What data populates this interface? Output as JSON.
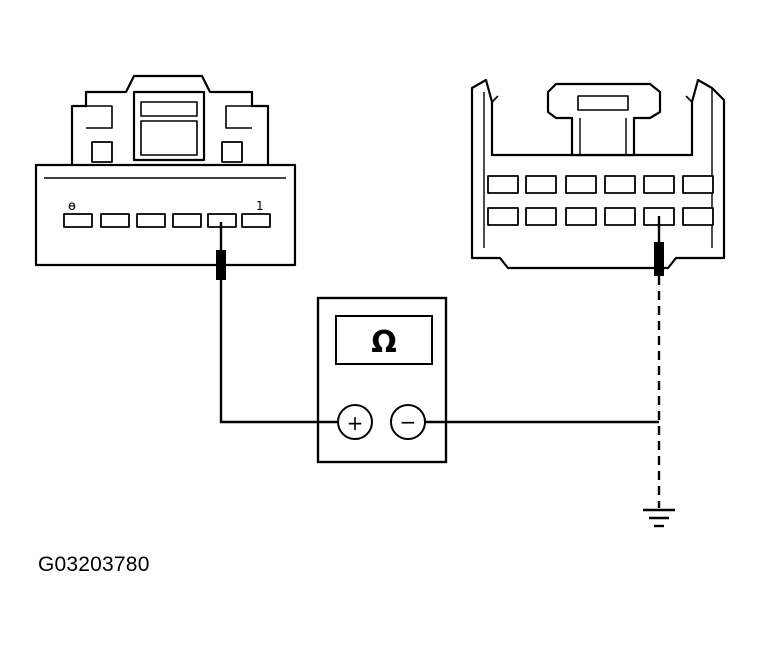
{
  "figure_id": "G03203780",
  "meter": {
    "display": "Ω",
    "positive_label": "+",
    "negative_label": "−"
  },
  "left_connector": {
    "mark_left": "ɵ",
    "mark_right": "1"
  }
}
